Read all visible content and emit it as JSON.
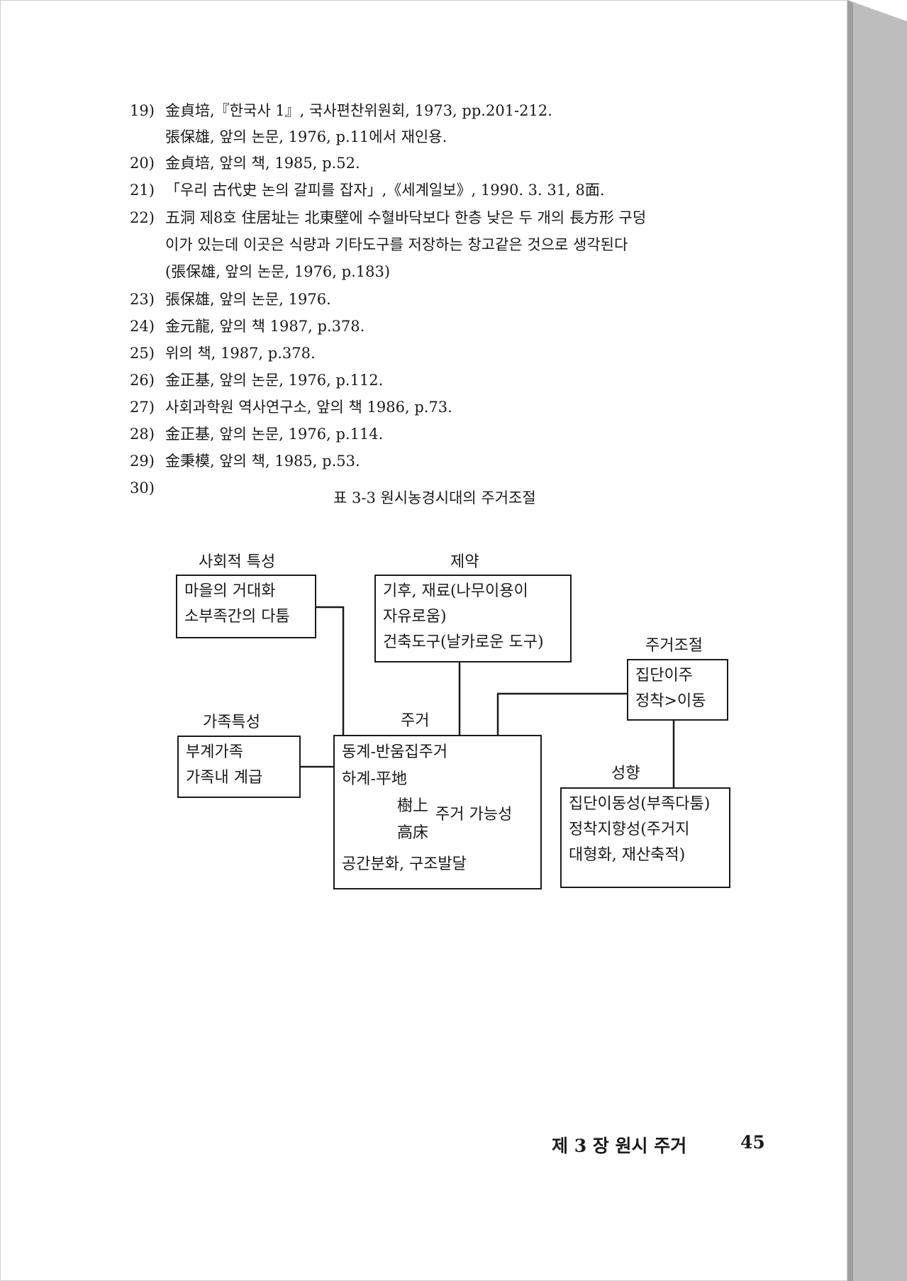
{
  "footnotes": [
    {
      "num": "19)",
      "lines": [
        "金貞培,『한국사 1』, 국사편찬위원회, 1973, pp.201-212.",
        "張保雄, 앞의 논문, 1976, p.11에서 재인용."
      ]
    },
    {
      "num": "20)",
      "lines": [
        "金貞培, 앞의 책, 1985, p.52."
      ]
    },
    {
      "num": "21)",
      "lines": [
        "「우리 古代史 논의 갈피를 잡자」,《세계일보》, 1990. 3. 31, 8面."
      ]
    },
    {
      "num": "22)",
      "lines": [
        "五洞 제8호 住居址는 北東壁에 수혈바닥보다 한층 낮은 두 개의 長方形 구덩",
        "이가 있는데 이곳은 식량과 기타도구를 저장하는 창고같은 것으로 생각된다",
        "(張保雄, 앞의 논문, 1976, p.183)"
      ]
    },
    {
      "num": "23)",
      "lines": [
        "張保雄, 앞의 논문, 1976."
      ]
    },
    {
      "num": "24)",
      "lines": [
        "金元龍, 앞의 책 1987, p.378."
      ]
    },
    {
      "num": "25)",
      "lines": [
        "위의 책, 1987, p.378."
      ]
    },
    {
      "num": "26)",
      "lines": [
        "金正基, 앞의 논문, 1976, p.112."
      ]
    },
    {
      "num": "27)",
      "lines": [
        "사회과학원 역사연구소, 앞의 책 1986, p.73."
      ]
    },
    {
      "num": "28)",
      "lines": [
        "金正基, 앞의 논문, 1976, p.114."
      ]
    },
    {
      "num": "29)",
      "lines": [
        "金秉模, 앞의 책, 1985, p.53."
      ]
    },
    {
      "num": "30)",
      "lines": []
    }
  ],
  "table_caption": "표 3-3  원시농경시대의 주거조절",
  "diagram": {
    "social": {
      "label": "사회적 특성",
      "lines": [
        "마을의 거대화",
        "소부족간의 다툼"
      ]
    },
    "constraint": {
      "label": "제약",
      "lines": [
        "기후, 재료(나무이용이",
        "자유로움)",
        "건축도구(날카로운 도구)"
      ]
    },
    "control": {
      "label": "주거조절",
      "lines": [
        "집단이주",
        "정착>이동"
      ]
    },
    "family": {
      "label": "가족특성",
      "lines": [
        "부계가족",
        "가족내 계급"
      ]
    },
    "dwelling": {
      "label": "주거",
      "line1": "동계-반움집주거",
      "line2_prefix": "하계-",
      "items": [
        "平地",
        "樹上",
        "高床"
      ],
      "possibility": "주거 가능성",
      "last": "공간분화, 구조발달"
    },
    "tendency": {
      "label": "성향",
      "lines": [
        "집단이동성(부족다툼)",
        "정착지향성(주거지",
        "대형화, 재산축적)"
      ]
    }
  },
  "footer": {
    "chapter": "제 3 장  원시 주거",
    "page": "45"
  }
}
